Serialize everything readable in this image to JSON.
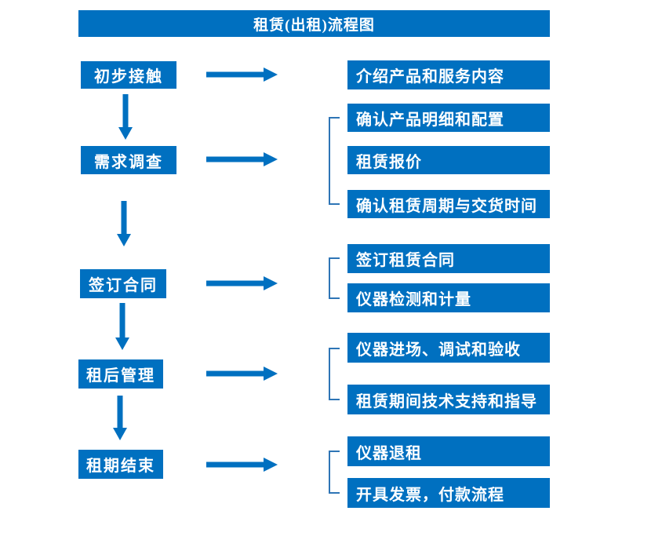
{
  "title": "租赁(出租)流程图",
  "colors": {
    "primary": "#0070C0",
    "bracket": "#2E75B6",
    "text_on_primary": "#FFFFFF",
    "background": "#FFFFFF"
  },
  "steps": [
    {
      "label": "初步接触",
      "details": [
        "介绍产品和服务内容"
      ]
    },
    {
      "label": "需求调查",
      "details": [
        "确认产品明细和配置",
        "租赁报价",
        "确认租赁周期与交货时间"
      ]
    },
    {
      "label": "签订合同",
      "details": [
        "签订租赁合同",
        "仪器检测和计量"
      ]
    },
    {
      "label": "租后管理",
      "details": [
        "仪器进场、调试和验收",
        "租赁期间技术支持和指导"
      ]
    },
    {
      "label": "租期结束",
      "details": [
        "仪器退租",
        "开具发票，付款流程"
      ]
    }
  ]
}
